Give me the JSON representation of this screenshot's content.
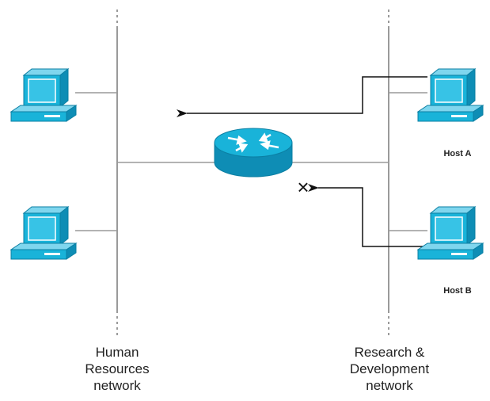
{
  "networks": {
    "left": {
      "line1": "Human",
      "line2": "Resources",
      "line3": "network"
    },
    "right": {
      "line1": "Research &",
      "line2": "Development",
      "line3": "network"
    }
  },
  "hosts": {
    "a": "Host A",
    "b": "Host B"
  },
  "annotations": {
    "blocked_marker": "×"
  },
  "colors": {
    "device": "#19b3d9",
    "device_dark": "#0b7fa3",
    "line": "#9a9a9a",
    "arrow": "#111111"
  }
}
